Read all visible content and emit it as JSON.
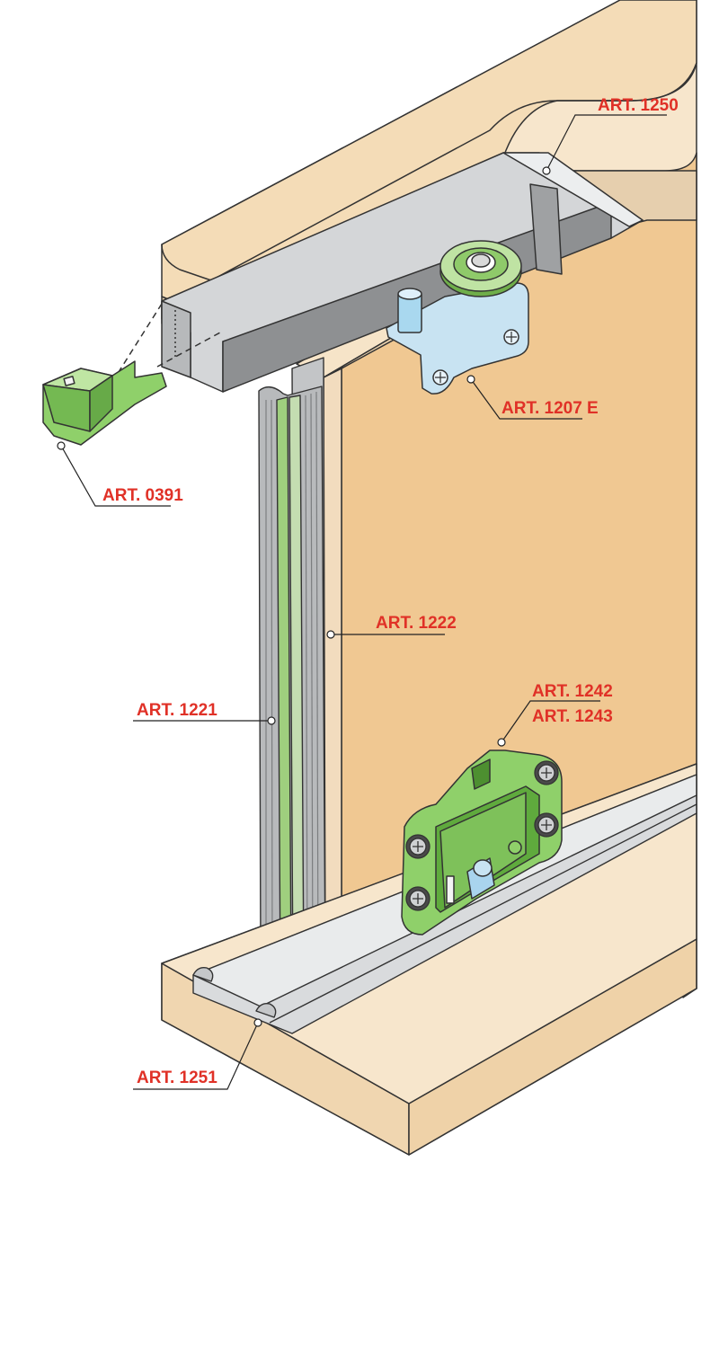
{
  "colors": {
    "label": "#e03127",
    "wood_face": "#f0c892",
    "wood_light": "#f7e6cc",
    "wood_edge": "#e8cfae",
    "metal": "#cfd1d3",
    "metal_dark": "#8d8f91",
    "green_part": "#8fd06a",
    "green_dark": "#4f9d35",
    "bracket_blue": "#c8e3f2",
    "outline": "#333333"
  },
  "icons": {
    "screw": "phillips-screw-icon",
    "leader_dot": "circle-marker-icon"
  },
  "labels": {
    "art_1250": "ART. 1250",
    "art_1207e": "ART. 1207 E",
    "art_0391": "ART. 0391",
    "art_1222": "ART. 1222",
    "art_1221": "ART. 1221",
    "art_1242": "ART. 1242",
    "art_1243": "ART. 1243",
    "art_1251": "ART. 1251"
  }
}
